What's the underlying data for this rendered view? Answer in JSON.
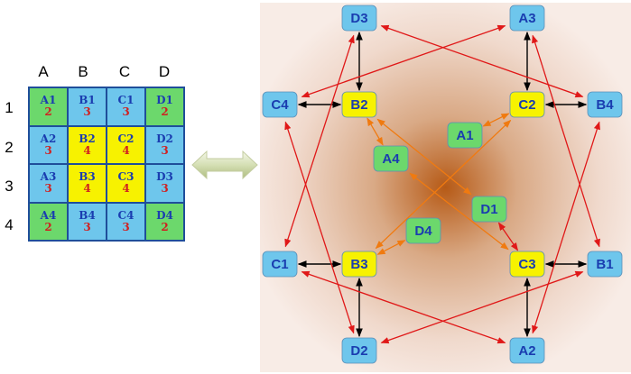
{
  "table": {
    "columns": [
      "A",
      "B",
      "C",
      "D"
    ],
    "rows": [
      "1",
      "2",
      "3",
      "4"
    ],
    "cells": [
      {
        "name": "A1",
        "value": "2",
        "color": "#6cd86c"
      },
      {
        "name": "B1",
        "value": "3",
        "color": "#6ec6ec"
      },
      {
        "name": "C1",
        "value": "3",
        "color": "#6ec6ec"
      },
      {
        "name": "D1",
        "value": "2",
        "color": "#6cd86c"
      },
      {
        "name": "A2",
        "value": "3",
        "color": "#6ec6ec"
      },
      {
        "name": "B2",
        "value": "4",
        "color": "#f7f200"
      },
      {
        "name": "C2",
        "value": "4",
        "color": "#f7f200"
      },
      {
        "name": "D2",
        "value": "3",
        "color": "#6ec6ec"
      },
      {
        "name": "A3",
        "value": "3",
        "color": "#6ec6ec"
      },
      {
        "name": "B3",
        "value": "4",
        "color": "#f7f200"
      },
      {
        "name": "C3",
        "value": "4",
        "color": "#f7f200"
      },
      {
        "name": "D3",
        "value": "3",
        "color": "#6ec6ec"
      },
      {
        "name": "A4",
        "value": "2",
        "color": "#6cd86c"
      },
      {
        "name": "B4",
        "value": "3",
        "color": "#6ec6ec"
      },
      {
        "name": "C4",
        "value": "3",
        "color": "#6ec6ec"
      },
      {
        "name": "D4",
        "value": "2",
        "color": "#6cd86c"
      }
    ]
  },
  "arrow_icon": "double-arrow-icon",
  "graph": {
    "colors": {
      "blue": "#6ec6ec",
      "yellow": "#f7f200",
      "green": "#6cd86c",
      "red_edge": "#e01818",
      "orange_edge": "#f07a10",
      "black_edge": "#000000",
      "label": "#1a3db0"
    },
    "nodes": [
      {
        "id": "D3",
        "color": "blue"
      },
      {
        "id": "A3",
        "color": "blue"
      },
      {
        "id": "C4",
        "color": "blue"
      },
      {
        "id": "B2",
        "color": "yellow"
      },
      {
        "id": "C2",
        "color": "yellow"
      },
      {
        "id": "B4",
        "color": "blue"
      },
      {
        "id": "A1",
        "color": "green"
      },
      {
        "id": "A4",
        "color": "green"
      },
      {
        "id": "D1",
        "color": "green"
      },
      {
        "id": "D4",
        "color": "green"
      },
      {
        "id": "C1",
        "color": "blue"
      },
      {
        "id": "B3",
        "color": "yellow"
      },
      {
        "id": "C3",
        "color": "yellow"
      },
      {
        "id": "B1",
        "color": "blue"
      },
      {
        "id": "D2",
        "color": "blue"
      },
      {
        "id": "A2",
        "color": "blue"
      }
    ],
    "edges": [
      {
        "from": "D3",
        "to": "B2",
        "color": "black_edge"
      },
      {
        "from": "A3",
        "to": "C2",
        "color": "black_edge"
      },
      {
        "from": "C4",
        "to": "B2",
        "color": "black_edge"
      },
      {
        "from": "C2",
        "to": "B4",
        "color": "black_edge"
      },
      {
        "from": "C1",
        "to": "B3",
        "color": "black_edge"
      },
      {
        "from": "C3",
        "to": "B1",
        "color": "black_edge"
      },
      {
        "from": "B3",
        "to": "D2",
        "color": "black_edge"
      },
      {
        "from": "C3",
        "to": "A2",
        "color": "black_edge"
      },
      {
        "from": "D3",
        "to": "B4",
        "color": "red_edge"
      },
      {
        "from": "D3",
        "to": "C1",
        "color": "red_edge"
      },
      {
        "from": "A3",
        "to": "C4",
        "color": "red_edge"
      },
      {
        "from": "A3",
        "to": "B1",
        "color": "red_edge"
      },
      {
        "from": "C4",
        "to": "D2",
        "color": "red_edge"
      },
      {
        "from": "B4",
        "to": "A2",
        "color": "red_edge"
      },
      {
        "from": "C1",
        "to": "A2",
        "color": "red_edge"
      },
      {
        "from": "B1",
        "to": "D2",
        "color": "red_edge"
      },
      {
        "from": "D1",
        "to": "C3",
        "color": "red_edge"
      },
      {
        "from": "B2",
        "to": "A4",
        "color": "orange_edge"
      },
      {
        "from": "B2",
        "to": "D1",
        "color": "orange_edge"
      },
      {
        "from": "C2",
        "to": "A1",
        "color": "orange_edge"
      },
      {
        "from": "C2",
        "to": "B3",
        "color": "orange_edge"
      },
      {
        "from": "B3",
        "to": "D4",
        "color": "orange_edge"
      },
      {
        "from": "A4",
        "to": "C3",
        "color": "orange_edge"
      }
    ]
  }
}
